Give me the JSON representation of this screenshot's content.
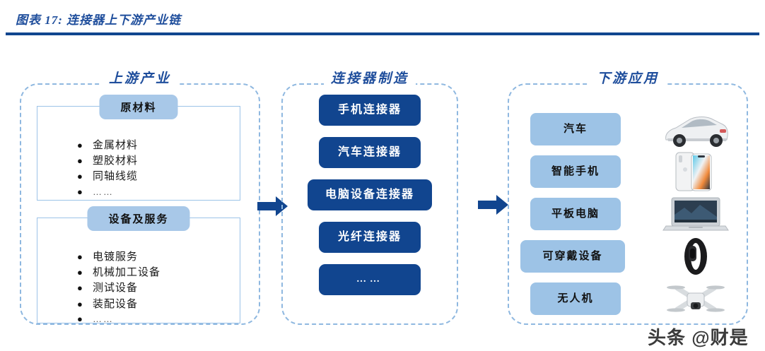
{
  "figure": {
    "title": "图表 17: 连接器上下游产业链",
    "accent_color": "#1f4e9c",
    "rule_color": "#10468f"
  },
  "upstream": {
    "header": "上游产业",
    "blocks": [
      {
        "badge": "原材料",
        "items": [
          "金属材料",
          "塑胶材料",
          "同轴线缆",
          "……"
        ]
      },
      {
        "badge": "设备及服务",
        "items": [
          "电镀服务",
          "机械加工设备",
          "测试设备",
          "装配设备",
          "……"
        ]
      }
    ]
  },
  "manufacturing": {
    "header": "连接器制造",
    "items": [
      {
        "label": "手机连接器",
        "width": "std"
      },
      {
        "label": "汽车连接器",
        "width": "std"
      },
      {
        "label": "电脑设备连接器",
        "width": "wide"
      },
      {
        "label": "光纤连接器",
        "width": "std"
      },
      {
        "label": "……",
        "width": "std"
      }
    ]
  },
  "downstream": {
    "header": "下游应用",
    "items": [
      {
        "label": "汽车",
        "width": "std",
        "icon": "car-photo"
      },
      {
        "label": "智能手机",
        "width": "std",
        "icon": "smartphone-photo"
      },
      {
        "label": "平板电脑",
        "width": "std",
        "icon": "laptop-photo"
      },
      {
        "label": "可穿戴设备",
        "width": "wide",
        "icon": "fitness-band-photo"
      },
      {
        "label": "无人机",
        "width": "std",
        "icon": "drone-photo"
      }
    ]
  },
  "arrows": {
    "color": "#11458f",
    "count": 2
  },
  "watermark": {
    "text": "头条 @财是"
  },
  "colors": {
    "dark_blue": "#11458f",
    "light_blue": "#9dc3e6",
    "badge_blue": "#a8c8e8",
    "dashed_border": "#8fb8e0",
    "box_border": "#9cc3e8"
  }
}
